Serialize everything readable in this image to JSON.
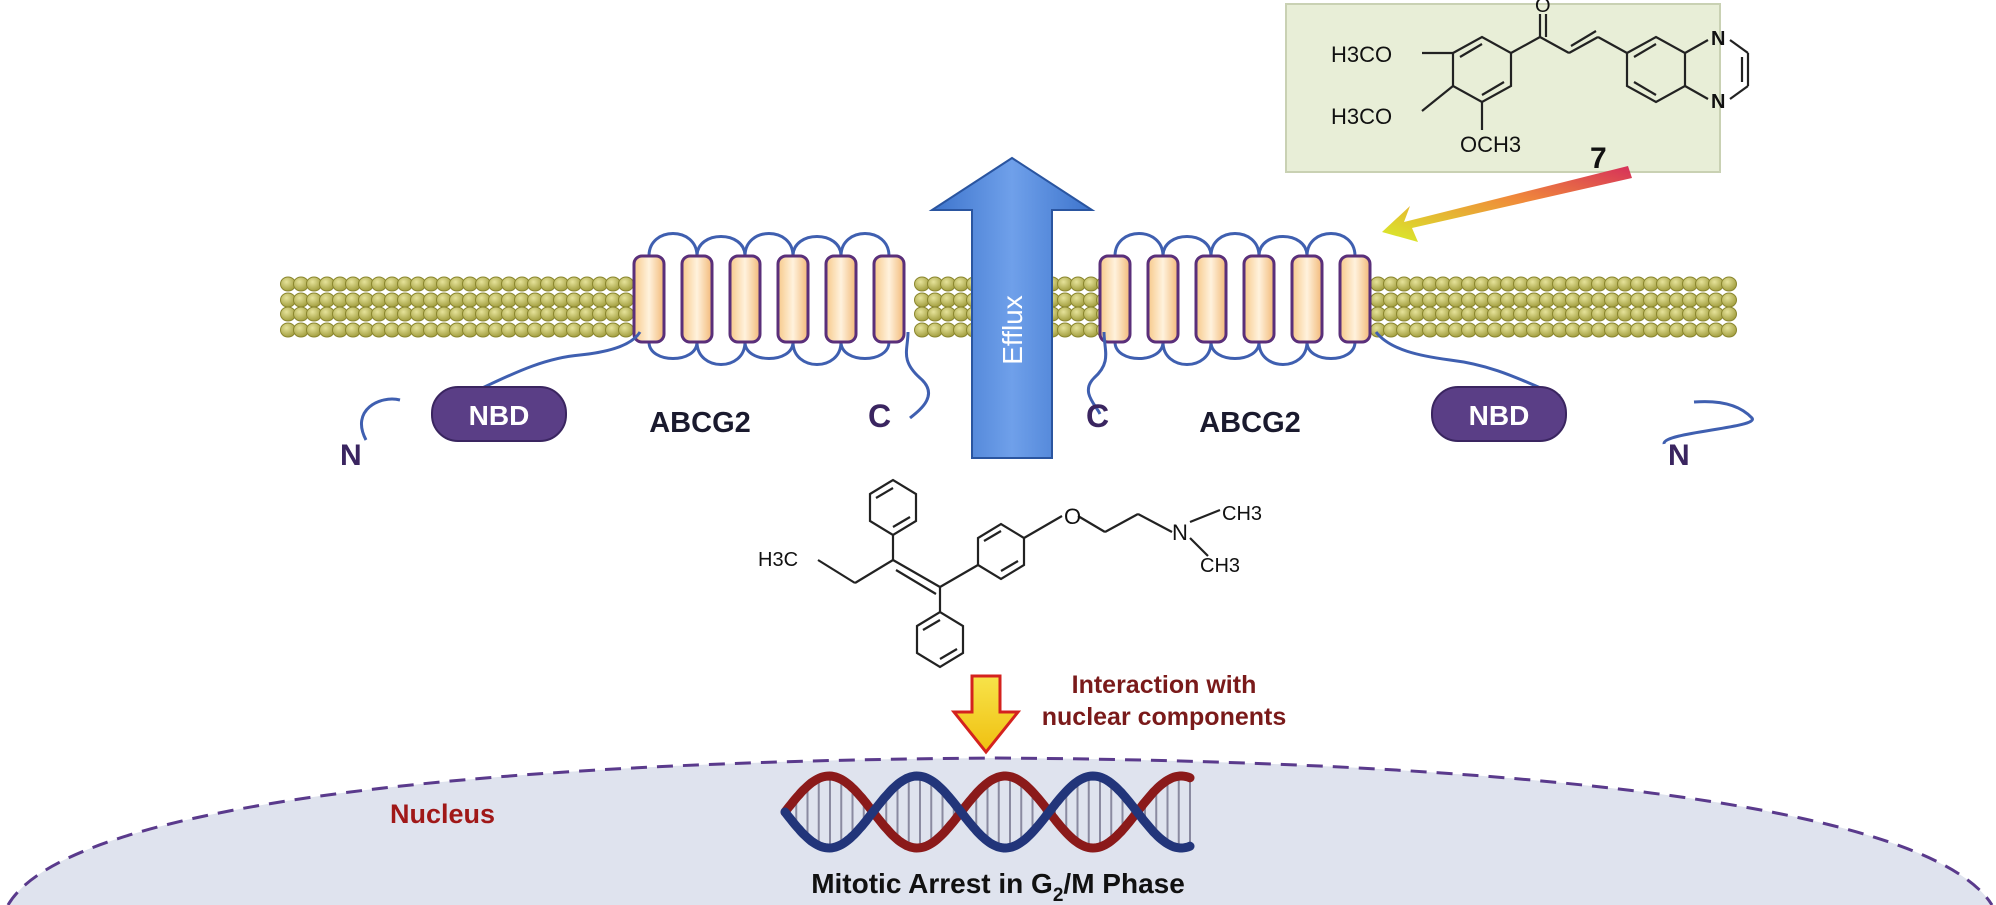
{
  "compound_box": {
    "label": "7",
    "substituents": [
      "H3CO",
      "H3CO",
      "OCH3"
    ],
    "carbonyl": "O",
    "heteroatoms": [
      "N",
      "N"
    ]
  },
  "membrane": {
    "efflux_label": "Efflux",
    "left_protein": {
      "name": "ABCG2",
      "nbd": "NBD",
      "n_term": "N",
      "c_term": "C"
    },
    "right_protein": {
      "name": "ABCG2",
      "nbd": "NBD",
      "n_term": "N",
      "c_term": "C"
    }
  },
  "drug": {
    "methyl_left": "H3C",
    "oxygen": "O",
    "nitrogen": "N",
    "methyl_top": "CH3",
    "methyl_bottom": "CH3"
  },
  "interaction": {
    "line1": "Interaction with",
    "line2": "nuclear components"
  },
  "nucleus": {
    "label": "Nucleus",
    "caption_pre": "Mitotic Arrest in G",
    "caption_sub": "2",
    "caption_post": "/M Phase"
  },
  "colors": {
    "protein_outline": "#4a2f7a",
    "nbd_fill": "#5a3e86",
    "efflux_arrow": "#4f86d8",
    "lipid": "#b5b04f",
    "nucleus_fill": "#dfe3ee",
    "nucleus_border": "#5a3a8c",
    "dna_red": "#8b1a1a",
    "dna_blue": "#22357a",
    "down_arrow": "#f2d21a",
    "text_red": "#a01818",
    "compound_box": "#e8eed7"
  }
}
